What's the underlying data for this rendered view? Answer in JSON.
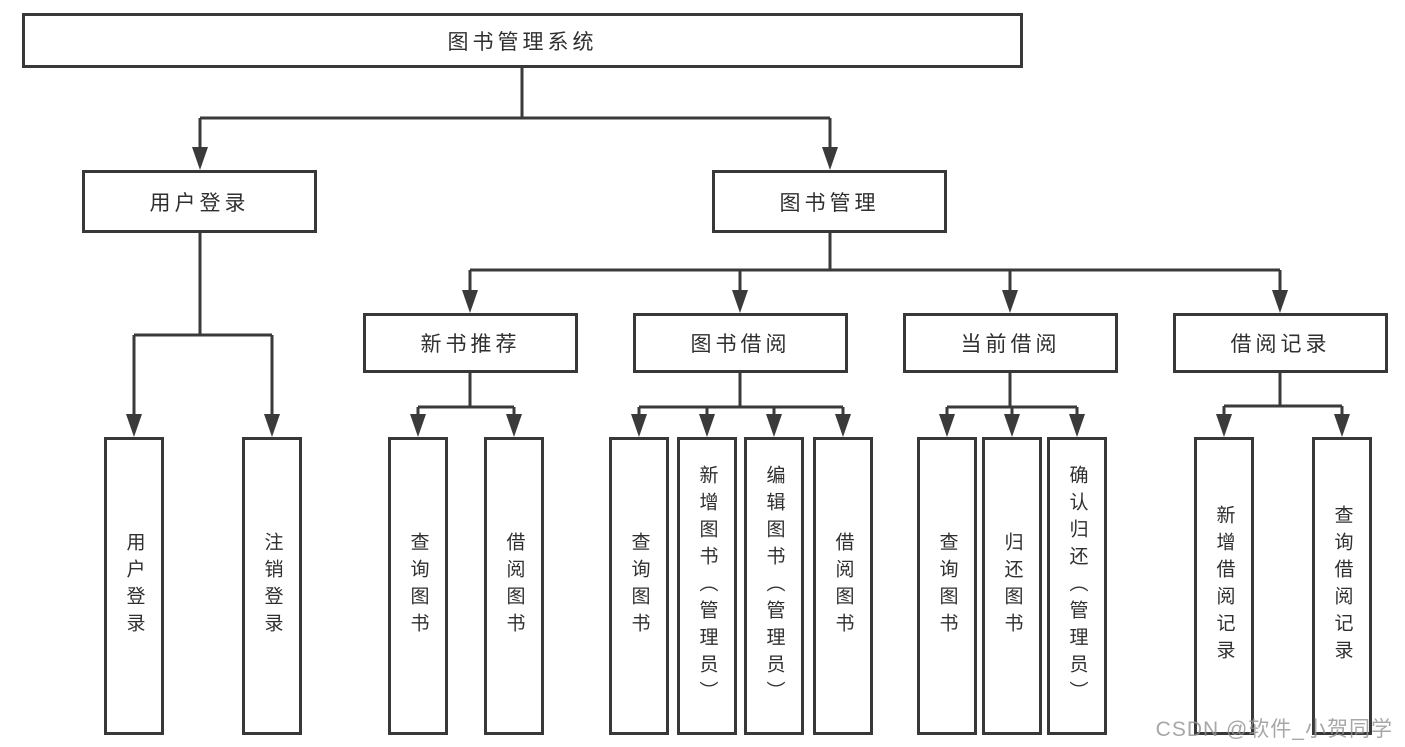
{
  "diagram": {
    "type": "hierarchy-tree",
    "title": "图书管理系统",
    "nodes": {
      "root": {
        "label": "图书管理系统"
      },
      "user_login": {
        "label": "用户登录"
      },
      "book_mgmt": {
        "label": "图书管理"
      },
      "new_book_rec": {
        "label": "新书推荐"
      },
      "book_borrow": {
        "label": "图书借阅"
      },
      "current_borrow": {
        "label": "当前借阅"
      },
      "borrow_records": {
        "label": "借阅记录"
      },
      "leaf_user_login": {
        "label": "用户登录"
      },
      "leaf_logout": {
        "label": "注销登录"
      },
      "leaf_rec_query": {
        "label": "查询图书"
      },
      "leaf_rec_borrow": {
        "label": "借阅图书"
      },
      "leaf_bb_query": {
        "label": "查询图书"
      },
      "leaf_bb_add": {
        "label": "新增图书（管理员）"
      },
      "leaf_bb_edit": {
        "label": "编辑图书（管理员）"
      },
      "leaf_bb_borrow": {
        "label": "借阅图书"
      },
      "leaf_cb_query": {
        "label": "查询图书"
      },
      "leaf_cb_return": {
        "label": "归还图书"
      },
      "leaf_cb_confirm": {
        "label": "确认归还（管理员）"
      },
      "leaf_br_add": {
        "label": "新增借阅记录"
      },
      "leaf_br_query": {
        "label": "查询借阅记录"
      }
    },
    "hierarchy": {
      "图书管理系统": [
        "用户登录",
        "图书管理"
      ],
      "用户登录": [
        "用户登录",
        "注销登录"
      ],
      "图书管理": [
        "新书推荐",
        "图书借阅",
        "当前借阅",
        "借阅记录"
      ],
      "新书推荐": [
        "查询图书",
        "借阅图书"
      ],
      "图书借阅": [
        "查询图书",
        "新增图书（管理员）",
        "编辑图书（管理员）",
        "借阅图书"
      ],
      "当前借阅": [
        "查询图书",
        "归还图书",
        "确认归还（管理员）"
      ],
      "借阅记录": [
        "新增借阅记录",
        "查询借阅记录"
      ]
    },
    "colors": {
      "line": "#3a3a3a",
      "box_border": "#383838",
      "box_fill": "#ffffff",
      "text": "#2f2f2f",
      "watermark_text": "#949494",
      "background": "#ffffff"
    },
    "watermark": "CSDN @软件_小贺同学"
  }
}
